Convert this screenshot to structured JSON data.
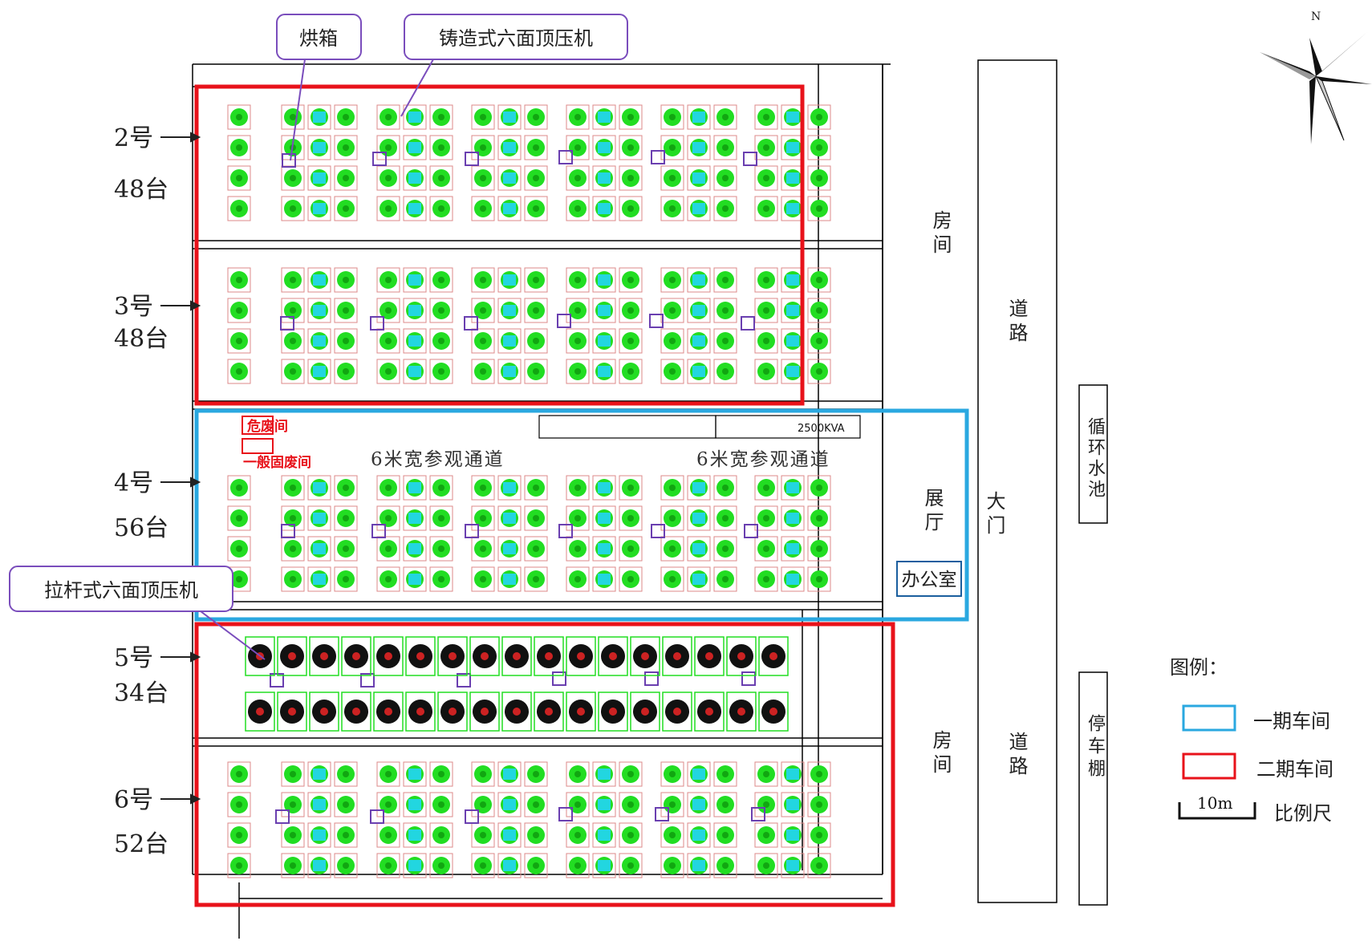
{
  "workshops": [
    {
      "no": "2号",
      "count": "48台"
    },
    {
      "no": "3号",
      "count": "48台"
    },
    {
      "no": "4号",
      "count": "56台"
    },
    {
      "no": "5号",
      "count": "34台"
    },
    {
      "no": "6号",
      "count": "52台"
    }
  ],
  "callouts": {
    "oven": "烘箱",
    "cast_press": "铸造式六面顶压机",
    "tie_rod_press": "拉杆式六面顶压机"
  },
  "rooms": {
    "hazardous_waste": "危废间",
    "general_solid_waste": "一般固废间",
    "corridor_left": "6米宽参观通道",
    "corridor_right": "6米宽参观通道",
    "transformer": "2500KVA",
    "exhibition_hall": "展厅",
    "office": "办公室",
    "room_top": "房间",
    "room_bottom": "房间",
    "road_top": "道路",
    "road_bottom": "道路",
    "gate": "大门",
    "pool": "循环水池",
    "parking": "停车棚"
  },
  "legend": {
    "title": "图例：",
    "phase1": "一期车间",
    "phase2": "二期车间",
    "scale_value": "10m",
    "scale_label": "比例尺",
    "phase1_color": "#2aa8e0",
    "phase2_color": "#e8121a"
  },
  "compass": {
    "north": "N"
  },
  "colors": {
    "machine": "#22dd22",
    "machine_mark": "#11a611",
    "cyan": "#22d6e0",
    "oven": "#6a3fb0",
    "callout": "#7a4dbc"
  }
}
